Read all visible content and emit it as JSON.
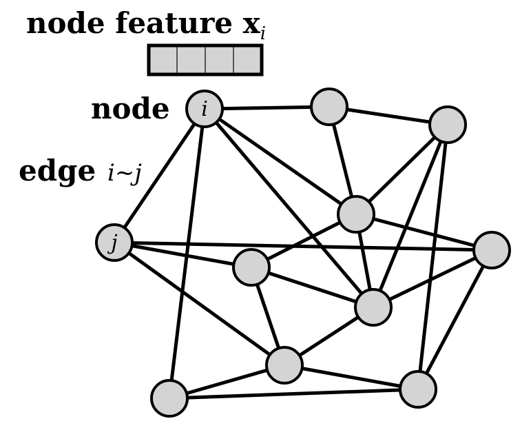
{
  "title": {
    "prefix": "node feature ",
    "vector_symbol": "x",
    "subscript": "i"
  },
  "feature_vector": {
    "cells": 4
  },
  "labels": {
    "node": "node",
    "edge": "edge",
    "edge_notation": "i∼j"
  },
  "nodes": [
    {
      "id": "i",
      "label": "i"
    },
    {
      "id": "j",
      "label": "j"
    },
    {
      "id": "n2",
      "label": ""
    },
    {
      "id": "n3",
      "label": ""
    },
    {
      "id": "n4",
      "label": ""
    },
    {
      "id": "n5",
      "label": ""
    },
    {
      "id": "n6",
      "label": ""
    },
    {
      "id": "n7",
      "label": ""
    },
    {
      "id": "n8",
      "label": ""
    },
    {
      "id": "n9",
      "label": ""
    },
    {
      "id": "n10",
      "label": ""
    }
  ],
  "edges": [
    [
      "i",
      "n2"
    ],
    [
      "i",
      "j"
    ],
    [
      "i",
      "n9"
    ],
    [
      "i",
      "n4"
    ],
    [
      "i",
      "n7"
    ],
    [
      "n2",
      "n3"
    ],
    [
      "n2",
      "n4"
    ],
    [
      "n3",
      "n4"
    ],
    [
      "n3",
      "n7"
    ],
    [
      "n3",
      "n10"
    ],
    [
      "n4",
      "n6"
    ],
    [
      "n4",
      "n5"
    ],
    [
      "n4",
      "n7"
    ],
    [
      "j",
      "n5"
    ],
    [
      "j",
      "n6"
    ],
    [
      "j",
      "n8"
    ],
    [
      "n6",
      "n7"
    ],
    [
      "n6",
      "n10"
    ],
    [
      "n5",
      "n7"
    ],
    [
      "n5",
      "n8"
    ],
    [
      "n7",
      "n8"
    ],
    [
      "n8",
      "n9"
    ],
    [
      "n8",
      "n10"
    ],
    [
      "n9",
      "n10"
    ]
  ]
}
